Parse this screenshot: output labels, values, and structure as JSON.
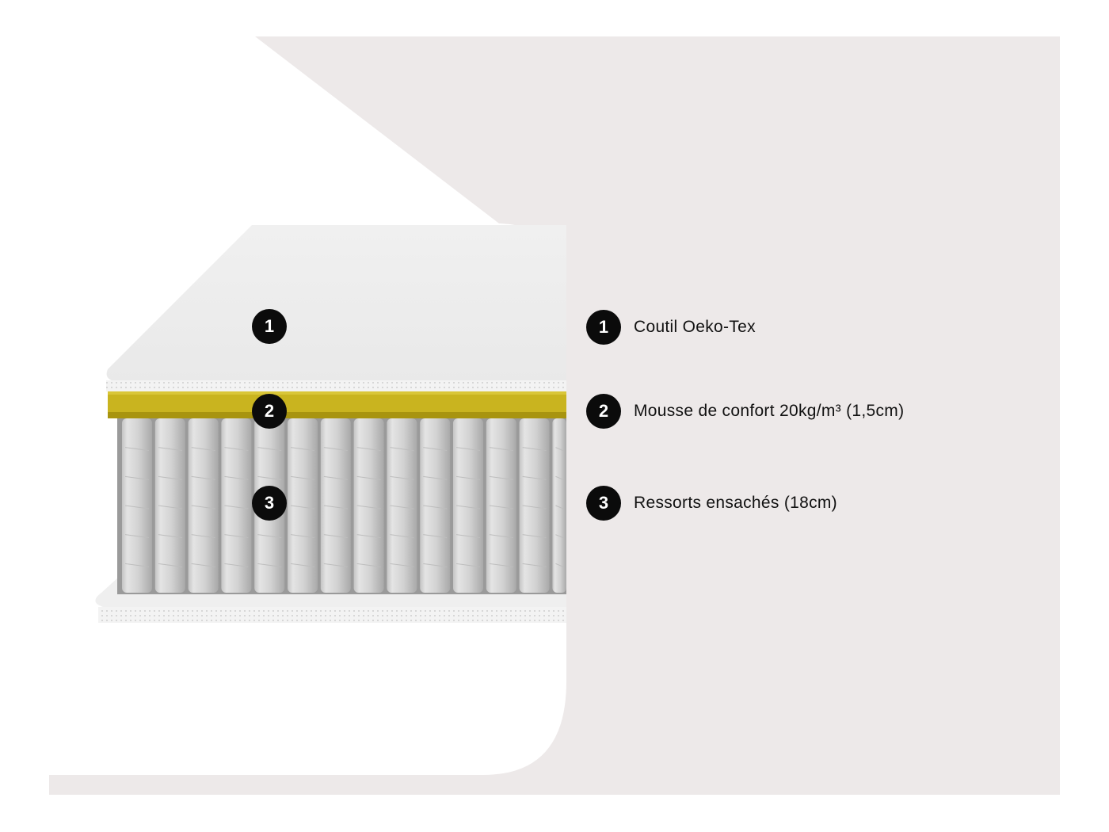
{
  "colors": {
    "panel": "#ede9e9",
    "foam": "#c9b41f",
    "cover": "#f1f1f1",
    "badge": "#0b0b0b"
  },
  "markers": [
    "1",
    "2",
    "3"
  ],
  "legend": [
    {
      "number": "1",
      "label": "Coutil Oeko-Tex"
    },
    {
      "number": "2",
      "label": "Mousse de confort 20kg/m³ (1,5cm)"
    },
    {
      "number": "3",
      "label": "Ressorts ensachés (18cm)"
    }
  ]
}
